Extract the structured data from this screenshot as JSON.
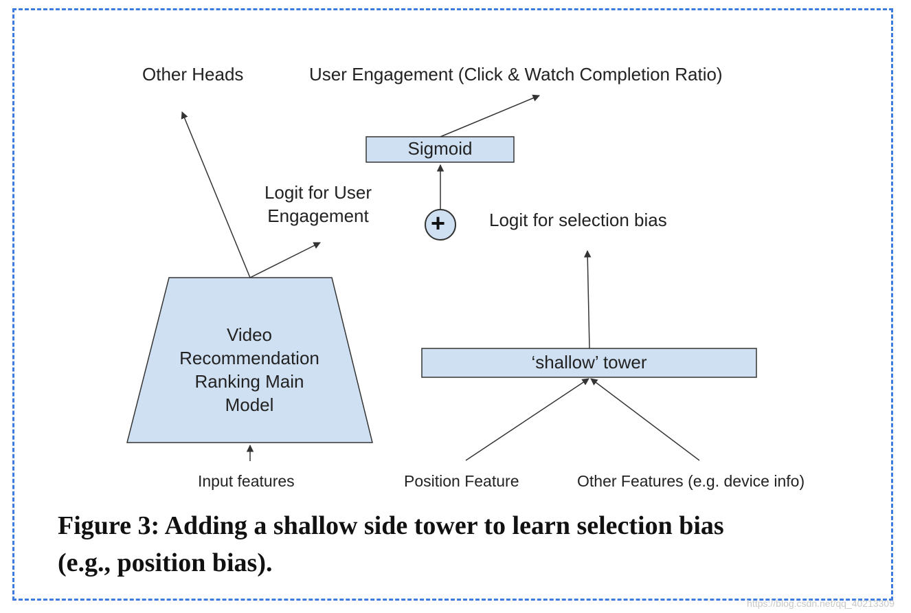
{
  "colors": {
    "box_fill": "#cfe0f2",
    "stroke": "#333333",
    "border": "#3d7be0"
  },
  "labels": {
    "other_heads": "Other Heads",
    "user_engagement": "User Engagement (Click & Watch Completion Ratio)",
    "sigmoid": "Sigmoid",
    "logit_user_line1": "Logit for User",
    "logit_user_line2": "Engagement",
    "logit_selection": "Logit for selection bias",
    "plus_symbol": "+",
    "main_model_line1": "Video",
    "main_model_line2": "Recommendation",
    "main_model_line3": "Ranking Main",
    "main_model_line4": "Model",
    "shallow_tower": "‘shallow’ tower",
    "input_features": "Input features",
    "position_feature": "Position Feature",
    "other_features": "Other Features (e.g. device info)"
  },
  "caption": {
    "line1": "Figure 3: Adding a shallow side tower to learn selection bias",
    "line2": "(e.g., position bias)."
  },
  "watermark": "https://blog.csdn.net/qq_40213309"
}
